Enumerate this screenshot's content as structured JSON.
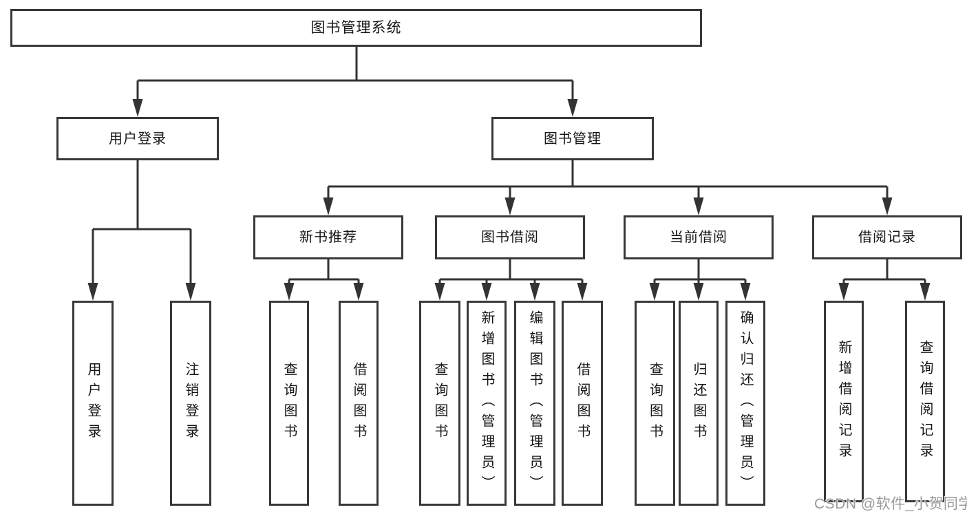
{
  "tree": {
    "root": "图书管理系统",
    "children": [
      {
        "label": "用户登录",
        "children": [
          "用户登录",
          "注销登录"
        ]
      },
      {
        "label": "图书管理",
        "children": [
          {
            "label": "新书推荐",
            "children": [
              "查询图书",
              "借阅图书"
            ]
          },
          {
            "label": "图书借阅",
            "children": [
              "查询图书",
              "新增图书（管理员）",
              "编辑图书（管理员）",
              "借阅图书"
            ]
          },
          {
            "label": "当前借阅",
            "children": [
              "查询图书",
              "归还图书",
              "确认归还（管理员）"
            ]
          },
          {
            "label": "借阅记录",
            "children": [
              "新增借阅记录",
              "查询借阅记录"
            ]
          }
        ]
      }
    ]
  },
  "watermark": {
    "text": "CSDN @软件_小贺同学"
  },
  "colors": {
    "line": "#333333",
    "box_border": "#383838",
    "text": "#161616",
    "watermark": "#999999",
    "background": "#ffffff"
  }
}
